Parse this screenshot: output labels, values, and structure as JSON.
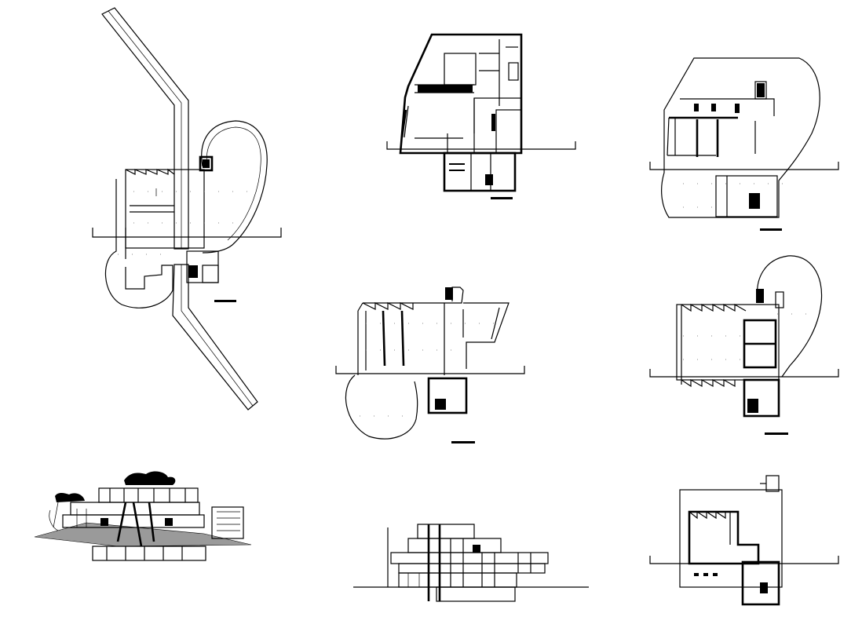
{
  "drawing": {
    "sheet": "architectural-plan-sheet",
    "panels": [
      "site-plan-with-ramps",
      "upper-floor-plan",
      "floor-plan-curved-terrace",
      "floor-plan-sawtooth-west",
      "floor-plan-sawtooth-south",
      "perspective-view",
      "elevation-view",
      "roof-plan"
    ],
    "colors": {
      "line": "#000000",
      "paper": "#ffffff",
      "hatch": "#9a9a9a"
    }
  }
}
